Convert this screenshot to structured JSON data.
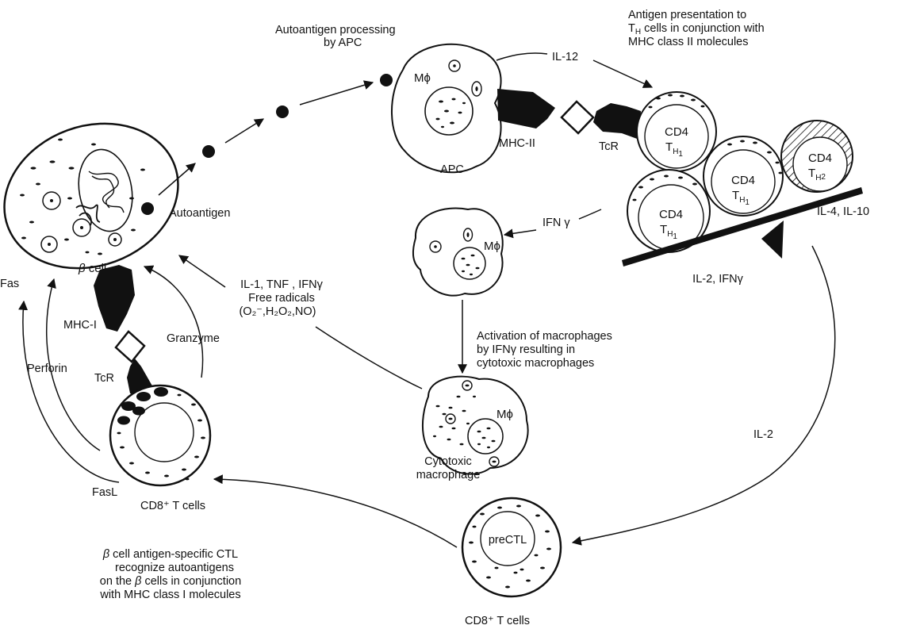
{
  "colors": {
    "ink": "#111111",
    "paper": "#ffffff"
  },
  "labels": {
    "autoantigen_processing": [
      "Autoantigen processing",
      "by APC"
    ],
    "antigen_presentation": [
      "Antigen presentation to",
      "cells in conjunction with",
      "MHC class II molecules"
    ],
    "th_prefix": "T",
    "th_sub": "H",
    "il12": "IL-12",
    "m_phi": "Mϕ",
    "mhc_ii": "MHC-II",
    "tcr": "TcR",
    "apc": "APC",
    "cd4": "CD4",
    "t": "T",
    "h": "H",
    "one": "1",
    "two": "2",
    "il4_il10": "IL-4, IL-10",
    "il2_ifng": "IL-2, IFNγ",
    "ifn_g": "IFN γ",
    "autoantigen": "Autoantigen",
    "fas": "Fas",
    "beta_cell_beta": "β",
    "beta_cell_word": " cell",
    "cytokines": [
      "IL-1, TNF , IFNγ",
      "Free radicals",
      "(O₂⁻,H₂O₂,NO)"
    ],
    "mhc_i": "MHC-I",
    "granzyme": "Granzyme",
    "perforin": "Perforin",
    "activation": [
      "Activation of macrophages",
      "by IFNγ resulting in",
      "cytotoxic macrophages"
    ],
    "cytotoxic_macrophage": [
      "Cytotoxic",
      "macrophage"
    ],
    "il2": "IL-2",
    "fasl": "FasL",
    "cd8_t_cells_left": "CD8⁺ T cells",
    "cd8_t_cells_bottom": "CD8⁺ T cells",
    "pre_ctl": "preCTL",
    "ctl_beta": "β",
    "ctl_note_line1_rest": " cell antigen-specific CTL",
    "ctl_note_line2": "recognize autoantigens",
    "ctl_note_line3_a": "on the ",
    "ctl_note_line3_beta": "β",
    "ctl_note_line3_b": " cells in conjunction",
    "ctl_note_line4": "with MHC class I molecules"
  }
}
